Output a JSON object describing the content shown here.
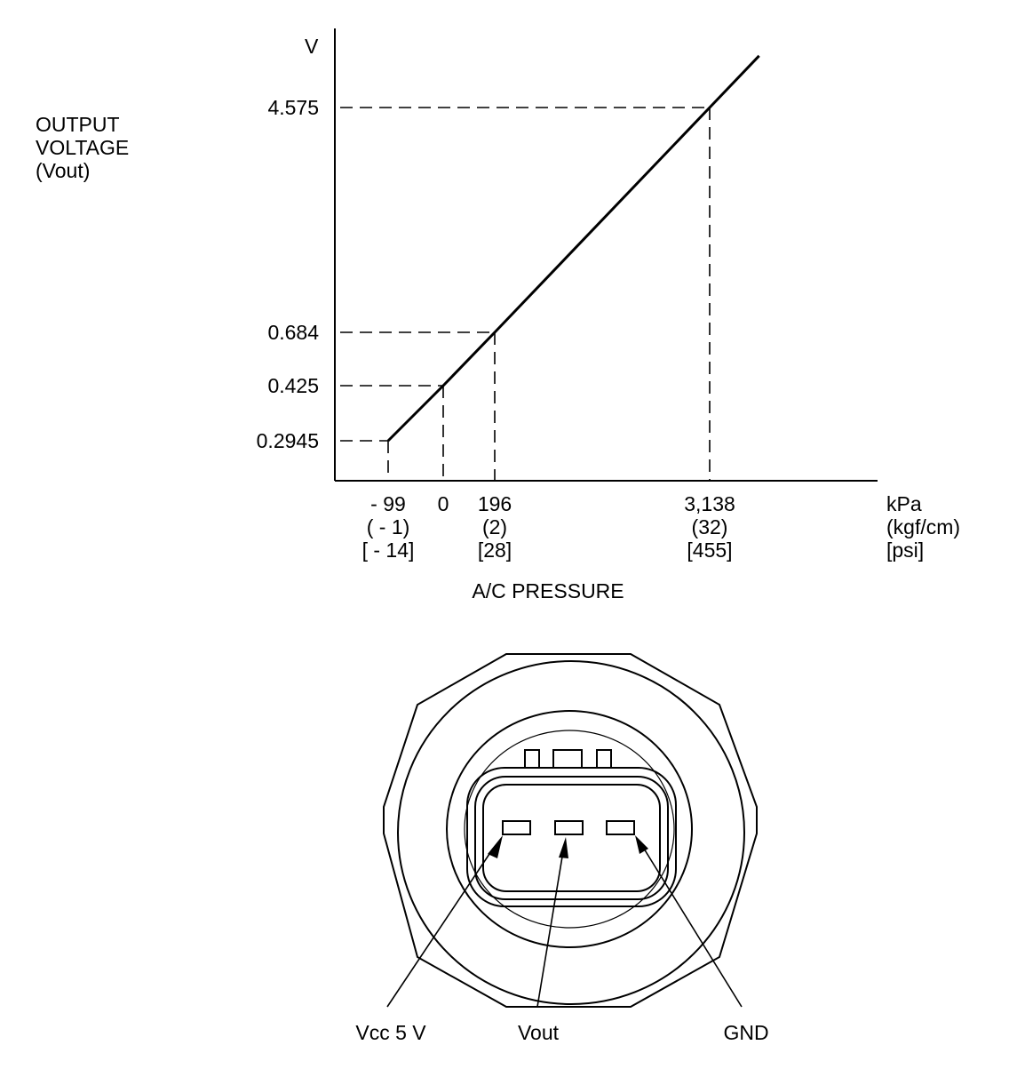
{
  "chart_data": {
    "type": "line",
    "title": "",
    "xlabel": "A/C PRESSURE",
    "ylabel": [
      "OUTPUT",
      "VOLTAGE",
      "(Vout)"
    ],
    "y_unit": "V",
    "x_units": [
      "kPa",
      "(kgf/cm)",
      "[psi]"
    ],
    "x": [
      -99,
      0,
      196,
      3138
    ],
    "y": [
      0.2945,
      0.425,
      0.684,
      4.575
    ],
    "x_tick_labels": [
      [
        "- 99",
        "( - 1)",
        "[ - 14]"
      ],
      [
        "0"
      ],
      [
        "196",
        "(2)",
        "[28]"
      ],
      [
        "3,138",
        "(32)",
        "[455]"
      ]
    ],
    "y_tick_labels": [
      "0.2945",
      "0.425",
      "0.684",
      "4.575"
    ],
    "grid": false
  },
  "connector": {
    "pins": [
      {
        "label": "Vcc 5 V"
      },
      {
        "label": "Vout"
      },
      {
        "label": "GND"
      }
    ]
  }
}
